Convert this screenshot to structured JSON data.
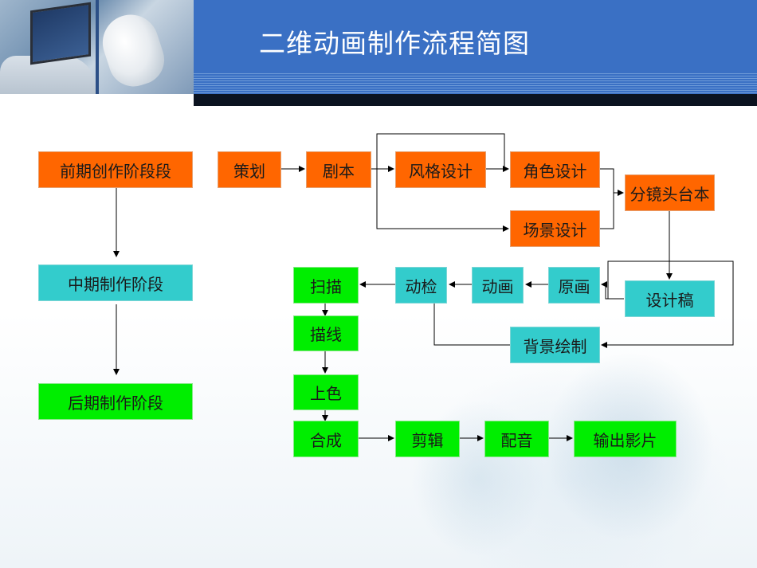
{
  "title": "二维动画制作流程简图",
  "stages": {
    "pre": "前期创作阶段段",
    "mid": "中期制作阶段",
    "post": "后期制作阶段"
  },
  "pre_production": {
    "planning": "策划",
    "script": "剧本",
    "style_design": "风格设计",
    "character_design": "角色设计",
    "scene_design": "场景设计",
    "storyboard": "分镜头台本"
  },
  "mid_production": {
    "design_draft": "设计稿",
    "key_animation": "原画",
    "animation": "动画",
    "animation_check": "动检",
    "background_painting": "背景绘制"
  },
  "post_production": {
    "scan": "扫描",
    "line_tracing": "描线",
    "coloring": "上色",
    "compositing": "合成",
    "editing": "剪辑",
    "dubbing": "配音",
    "output": "输出影片"
  },
  "colors": {
    "pre": "#ff6600",
    "mid": "#33cccc",
    "post": "#00ee00",
    "header": "#3a70c4"
  }
}
